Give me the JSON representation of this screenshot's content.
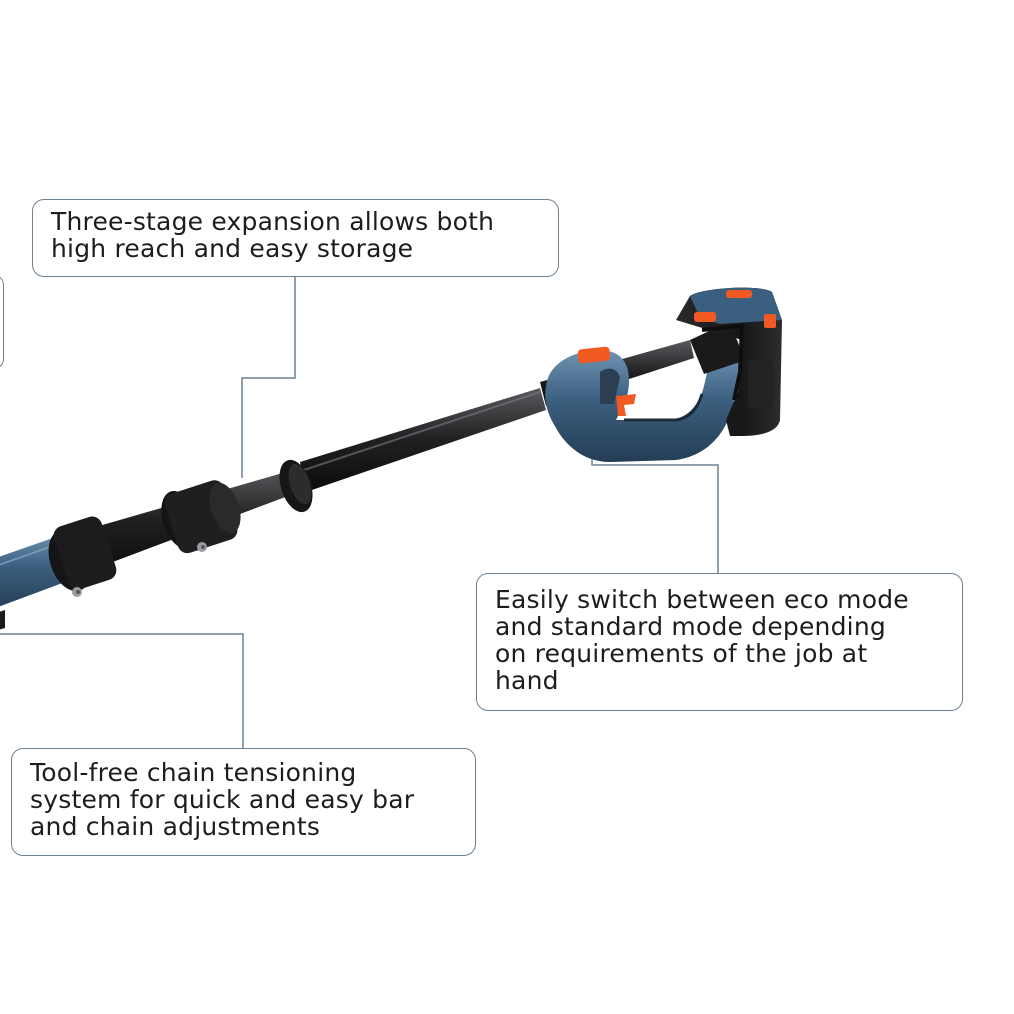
{
  "colors": {
    "callout_border": "#6d8193",
    "leader_line": "#6d8193",
    "tool_blue": "#3b5f7e",
    "tool_black": "#1e1e20",
    "accent_orange": "#f05a22"
  },
  "callouts": {
    "expansion": {
      "line1": "Three-stage expansion allows both",
      "line2": "high reach and easy storage"
    },
    "mode": {
      "line1": "Easily switch between eco mode",
      "line2": "and standard mode depending",
      "line3": "on requirements of the job at",
      "line4": "hand"
    },
    "tensioning": {
      "line1": "Tool-free chain tensioning",
      "line2": "system for quick and easy bar",
      "line3": "and chain adjustments"
    }
  }
}
